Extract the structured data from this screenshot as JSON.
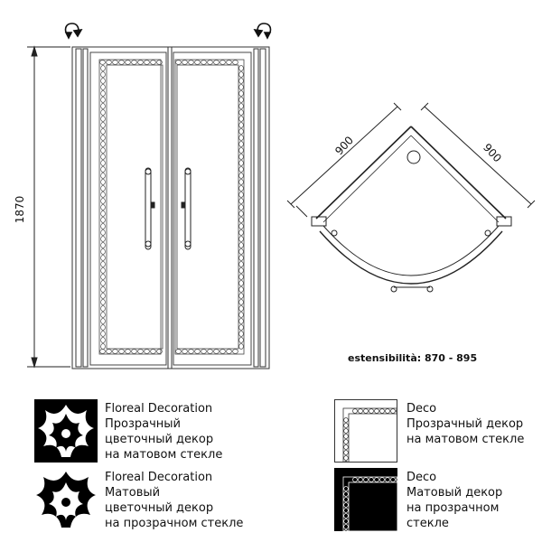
{
  "elevation": {
    "height_label": "1870",
    "rotate_left_icon": "rotate-arrow-left",
    "rotate_right_icon": "rotate-arrow-right"
  },
  "plan": {
    "width_left_label": "900",
    "width_right_label": "900",
    "extensibility": "estensibilità: 870 - 895"
  },
  "legend": [
    {
      "title": "Floreal Decoration",
      "lines": [
        "Прозрачный",
        "цветочный декор",
        "на матовом стекле"
      ]
    },
    {
      "title": "Floreal Decoration",
      "lines": [
        "Матовый",
        "цветочный декор",
        "на прозрачном стекле"
      ]
    },
    {
      "title": "Deco",
      "lines": [
        "Прозрачный декор",
        "на матовом стекле"
      ]
    },
    {
      "title": "Deco",
      "lines": [
        "Матовый декор",
        "на прозрачном",
        "стекле"
      ]
    }
  ]
}
